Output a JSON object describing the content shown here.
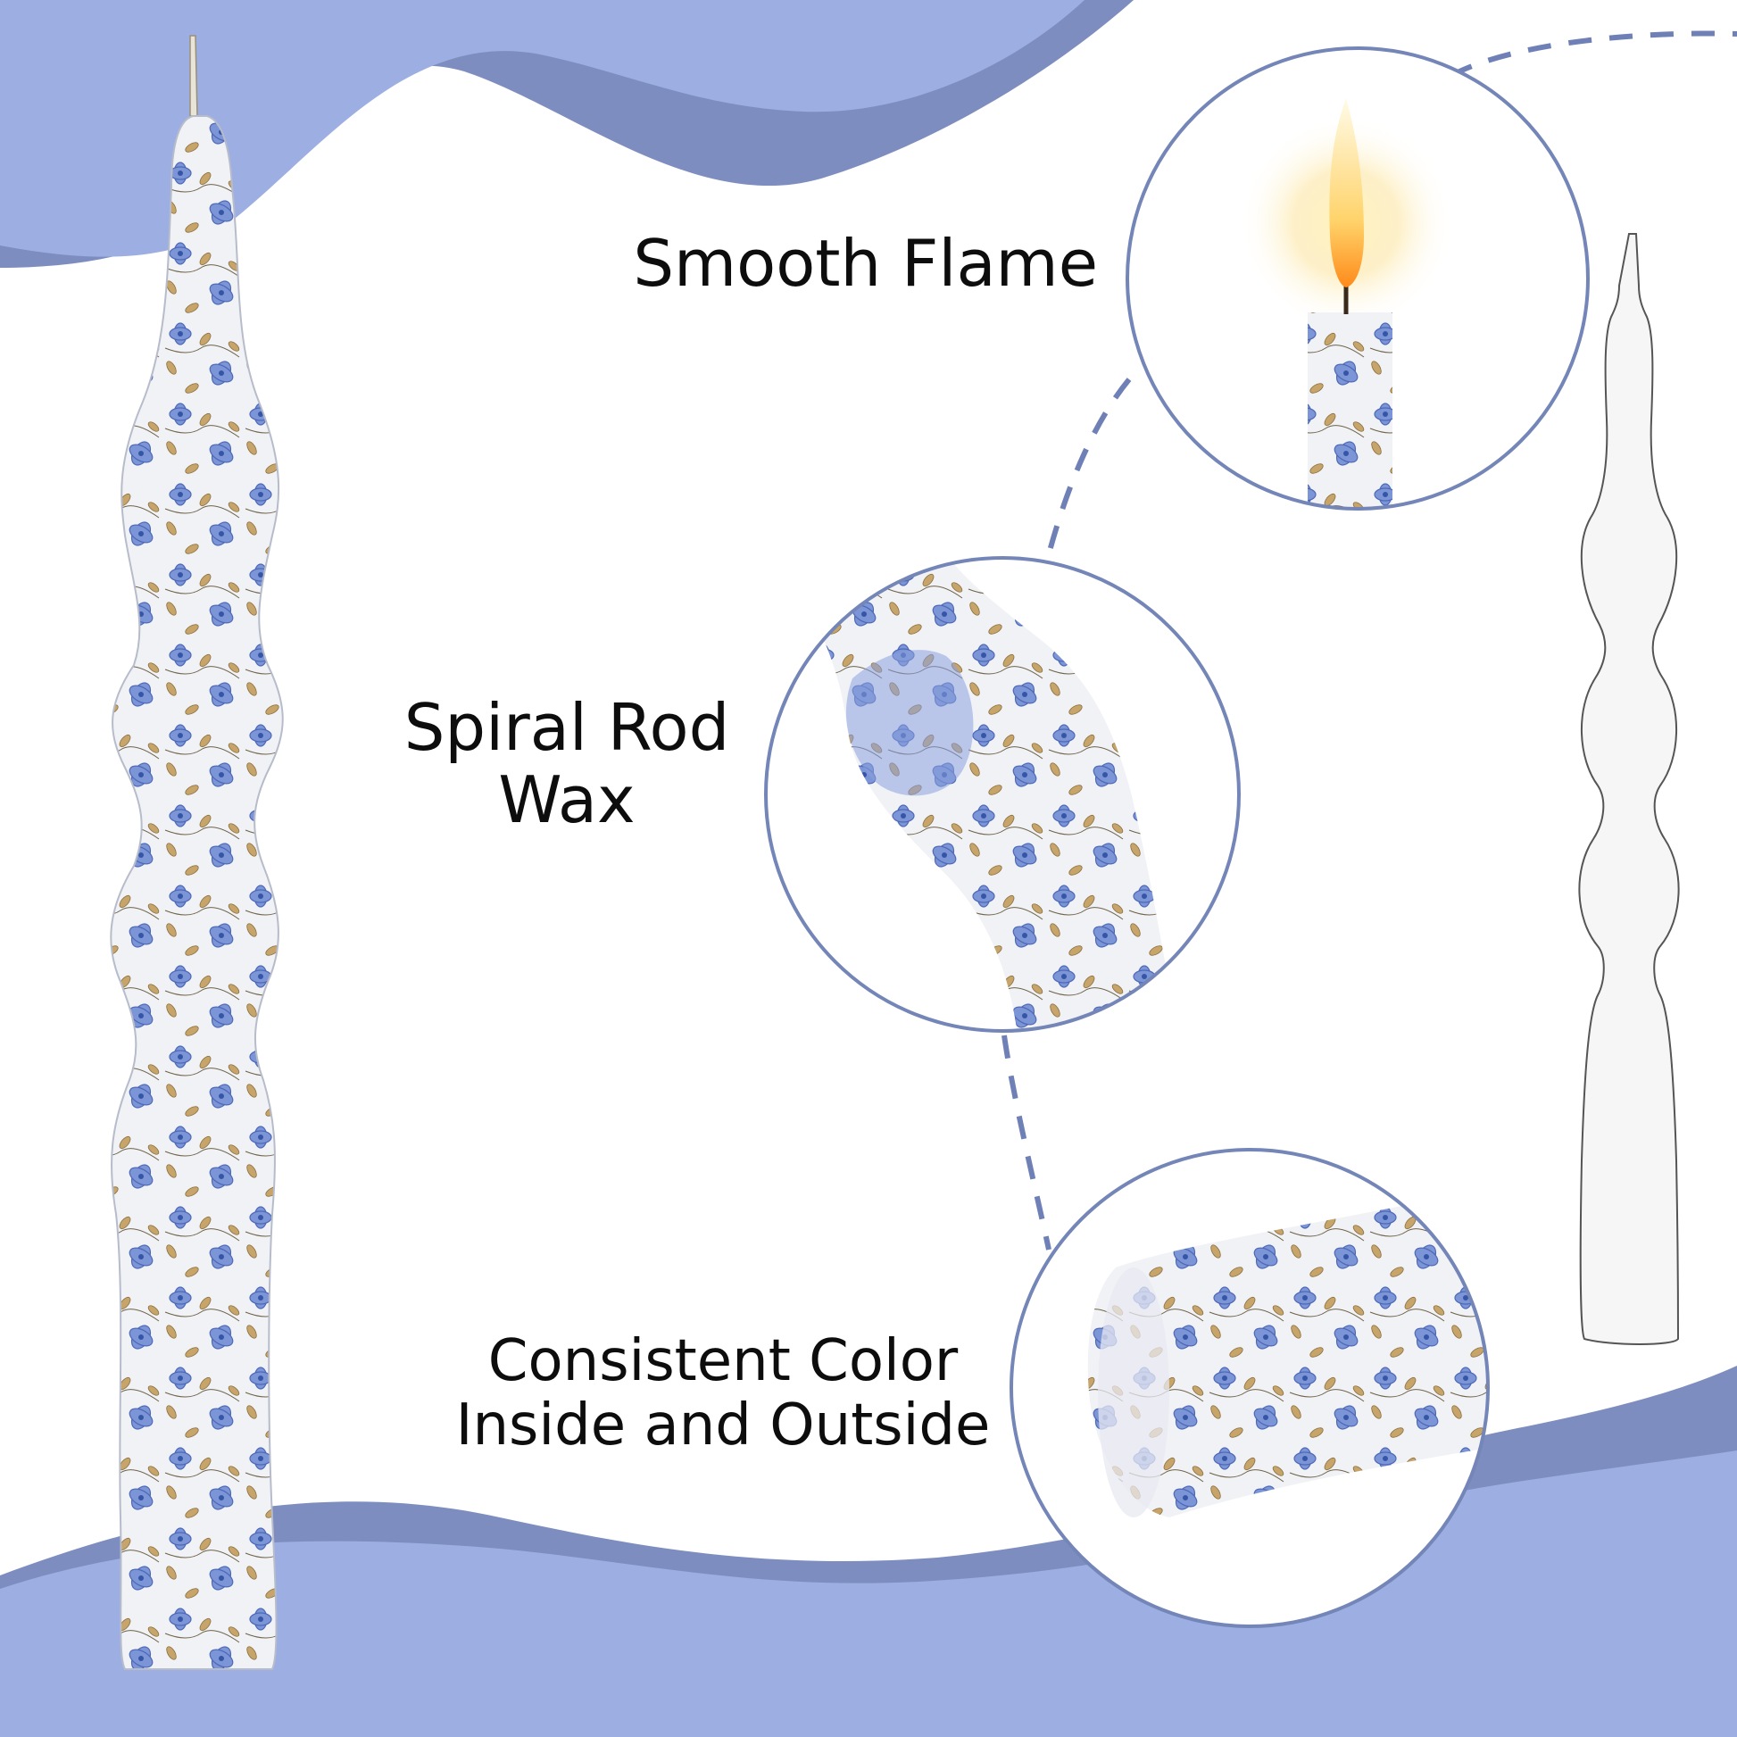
{
  "features": {
    "flame": {
      "title": "Smooth Flame"
    },
    "spiral": {
      "line1": "Spiral Rod",
      "line2": "Wax"
    },
    "color": {
      "line1": "Consistent Color",
      "line2": "Inside and Outside"
    }
  },
  "colors": {
    "wave_fill": "#9caee2",
    "wave_stroke": "#7d8cbf",
    "circle_stroke": "#7486b8",
    "dash": "#6f80b6",
    "floral_blue": "#5a78c8",
    "leaf_gold": "#b89a62",
    "wax": "#f1f2f6"
  },
  "icons": [
    "patterned-candle-image",
    "candle-outline-icon",
    "flame-icon"
  ]
}
